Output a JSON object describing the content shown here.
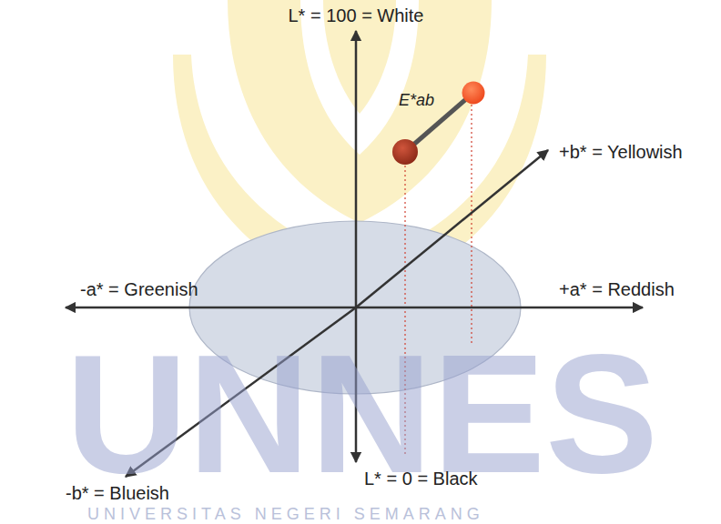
{
  "diagram": {
    "labels": [
      "L* = 100 = White",
      "E*ab",
      "+b* = Yellowish",
      "-a* = Greenish",
      "+a* = Reddish",
      "UNNES",
      "-b* = Blueish",
      "L* = 0 = Black",
      "UNIVERSITAS NEGERI SEMARANG"
    ]
  }
}
